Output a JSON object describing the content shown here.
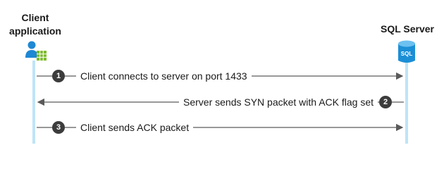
{
  "actors": {
    "client": {
      "line1": "Client",
      "line2": "application",
      "icon": "user-grid-icon"
    },
    "server": {
      "label": "SQL Server",
      "icon": "database-icon",
      "badge": "SQL"
    }
  },
  "messages": [
    {
      "step": "1",
      "text": "Client connects to server on port 1433",
      "direction": "client-to-server"
    },
    {
      "step": "2",
      "text": "Server sends SYN packet with ACK flag set",
      "direction": "server-to-client"
    },
    {
      "step": "3",
      "text": "Client sends ACK packet",
      "direction": "client-to-server"
    }
  ],
  "colors": {
    "lifeline": "#bfe4f7",
    "arrow": "#5a5a5a",
    "step_circle": "#3c3c3c",
    "user_icon": "#1e88d4",
    "grid_icon": "#7dbb2a",
    "db_icon": "#1b8fd6"
  }
}
